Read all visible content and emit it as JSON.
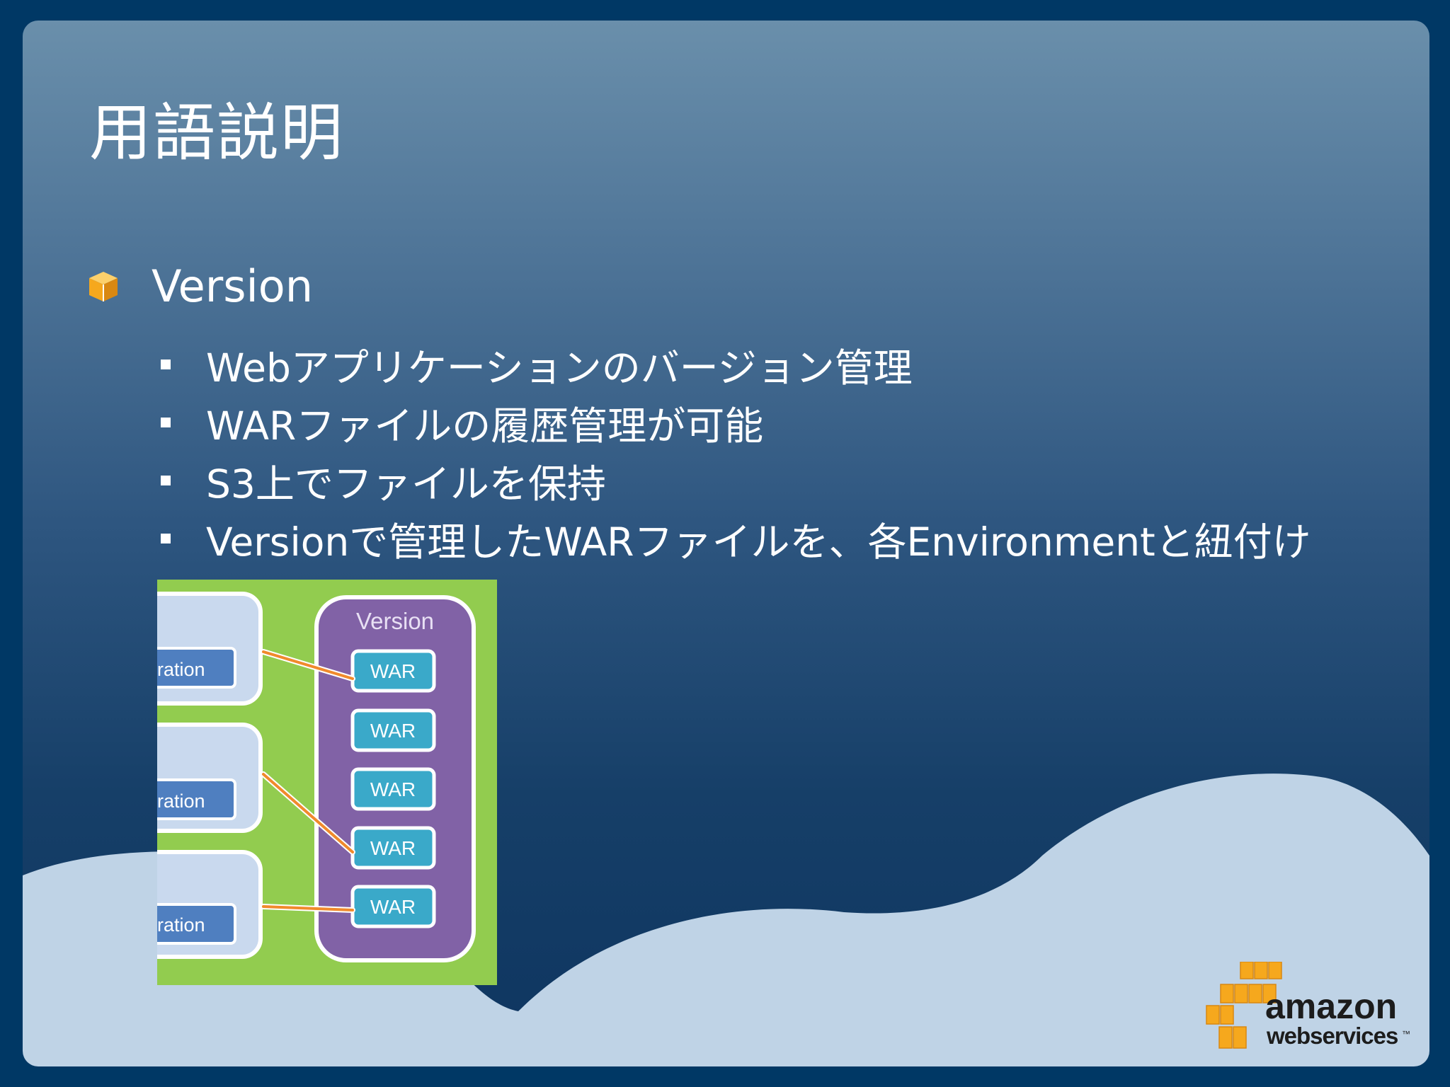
{
  "slide": {
    "title": "用語説明",
    "bullet": {
      "icon": "aws-cube-icon",
      "label": "Version",
      "sub_items": [
        "Webアプリケーションのバージョン管理",
        "WARファイルの履歴管理が可能",
        "S3上でファイルを保持",
        "Versionで管理したWARファイルを、各Environmentと紐付け"
      ]
    }
  },
  "diagram": {
    "config_labels": [
      "ration",
      "ration",
      "ration"
    ],
    "version_label": "Version",
    "war_labels": [
      "WAR",
      "WAR",
      "WAR",
      "WAR",
      "WAR"
    ],
    "colors": {
      "background": "#92cc4f",
      "version_box": "#8162a6",
      "war_box": "#3aa9c9",
      "config_panel": "#c9d9ee",
      "config_button": "#4f7fc0",
      "connector": "#f08a2c"
    }
  },
  "logo": {
    "word1": "amazon",
    "word2": "webservices",
    "tm": "™",
    "colors": {
      "cube": "#f6a81d",
      "text": "#1c1c1c"
    }
  }
}
